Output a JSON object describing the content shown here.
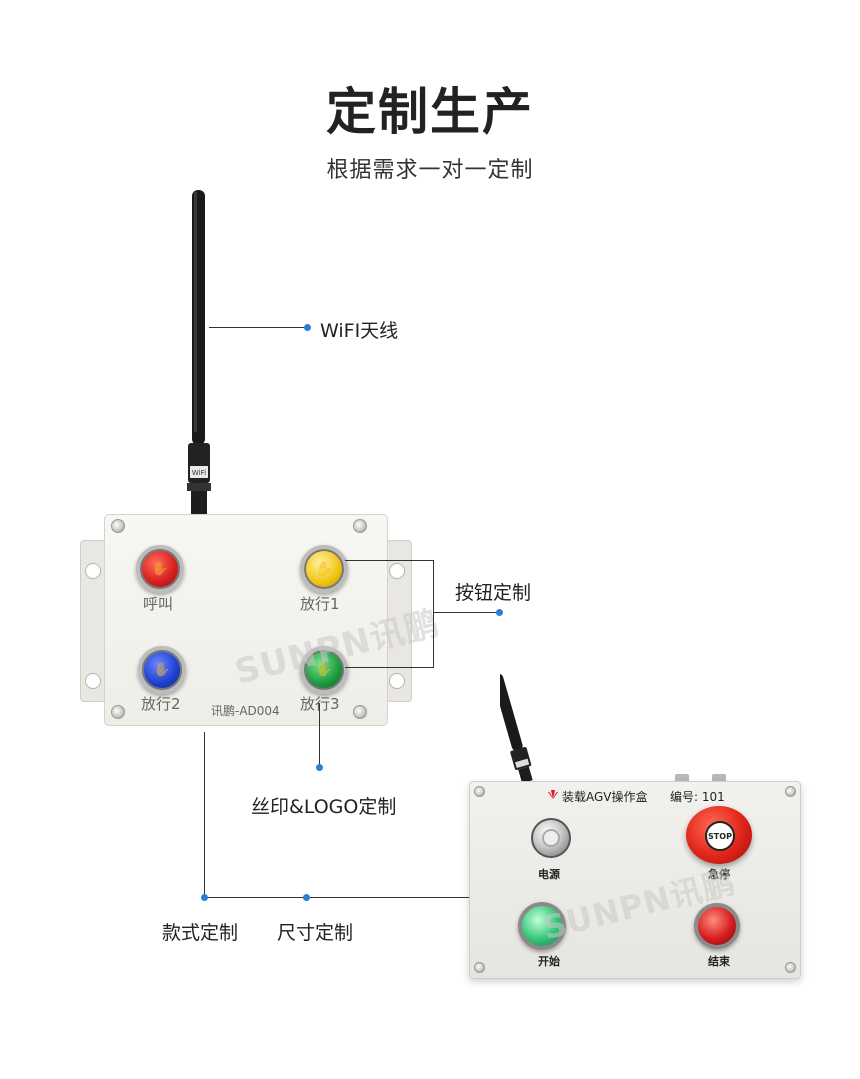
{
  "heading": {
    "title": "定制生产",
    "subtitle": "根据需求一对一定制"
  },
  "callouts": {
    "antenna": "WiFI天线",
    "buttons": "按钮定制",
    "print_logo": "丝印&LOGO定制",
    "style": "款式定制",
    "size": "尺寸定制"
  },
  "device_a": {
    "antenna_tag": "WiFi",
    "buttons": [
      {
        "label": "呼叫",
        "color": "#d61e1e"
      },
      {
        "label": "放行1",
        "color": "#f2c413"
      },
      {
        "label": "放行2",
        "color": "#1c3fd0"
      },
      {
        "label": "放行3",
        "color": "#1b9a3c"
      }
    ],
    "model": "讯鹏-AD004"
  },
  "device_b": {
    "brand": "HUAWEI",
    "title": "装载AGV操作盒",
    "number": "编号: 101",
    "stop_text": "STOP",
    "labels": {
      "power": "电源",
      "estop": "急停",
      "start": "开始",
      "end": "结束"
    }
  },
  "watermark": "SUNPN讯鹏",
  "colors": {
    "accent_dot": "#2a7fd4",
    "red": "#d61e1e",
    "yellow": "#f2c413",
    "blue": "#1c3fd0",
    "green": "#1b9a3c"
  }
}
